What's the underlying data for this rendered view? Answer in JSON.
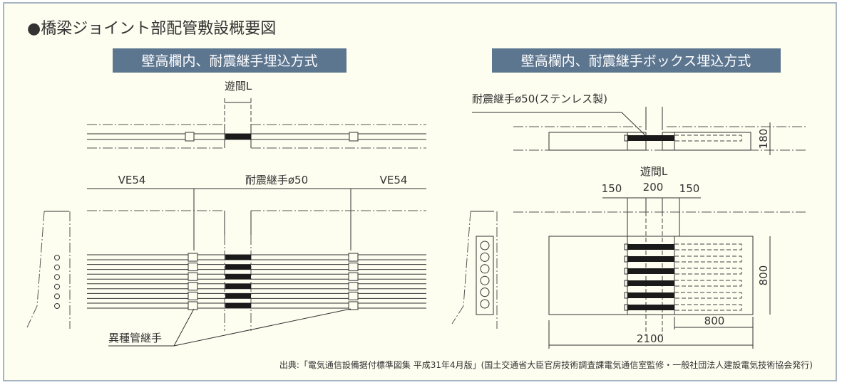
{
  "title": "●橋梁ジョイント部配管敷設概要図",
  "colors": {
    "accent": "#5d7690",
    "background": "#fdfdf0",
    "border": "#8a9cb2"
  },
  "left_panel": {
    "heading": "壁高欄内、耐震継手埋込方式",
    "gap_label": "遊間L",
    "ve_left": "VE54",
    "joint_label": "耐震継手ø50",
    "ve_right": "VE54",
    "fitting_label": "異種管継手"
  },
  "right_panel": {
    "heading": "壁高欄内、耐震継手ボックス埋込方式",
    "joint_label": "耐震継手ø50(ステンレス製)",
    "dim_180": "180",
    "gap_label": "遊間L",
    "dim_150_left": "150",
    "dim_200": "200",
    "dim_150_right": "150",
    "dim_800_vertical": "800",
    "dim_800_horizontal": "800",
    "dim_2100": "2100"
  },
  "source": "出典:「電気通信設備据付標準図集 平成31年4月版」(国土交通省大臣官房技術調査課電気通信室監修・一般社団法人建設電気技術協会発行)"
}
